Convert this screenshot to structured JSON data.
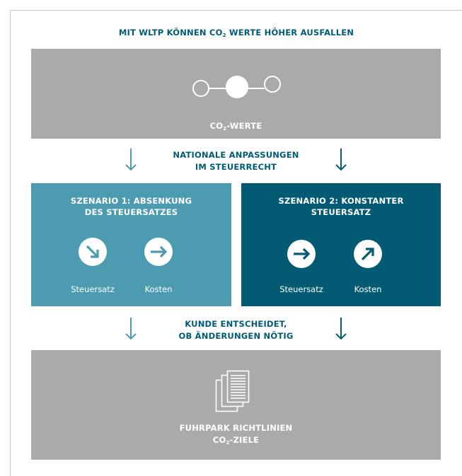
{
  "title": {
    "main": "MIT WLTP KÖNNEN CO",
    "sub": "2",
    "rest": " WERTE HÖHER AUSFALLEN"
  },
  "top_box": {
    "label_main": "CO",
    "label_sub": "2",
    "label_rest": "-WERTE",
    "icon": "molecule-icon"
  },
  "middle1": {
    "line1": "NATIONALE ANPASSUNGEN",
    "line2": "IM STEUERRECHT"
  },
  "scenario1": {
    "title_line1": "SZENARIO 1: ABSENKUNG",
    "title_line2": "DES STEUERSATZES",
    "item1": {
      "label": "Steuersatz",
      "icon": "arrow-down-right-icon"
    },
    "item2": {
      "label": "Kosten",
      "icon": "arrow-right-icon"
    }
  },
  "scenario2": {
    "title_line1": "SZENARIO 2: KONSTANTER",
    "title_line2": "STEUERSATZ",
    "item1": {
      "label": "Steuersatz",
      "icon": "arrow-right-icon"
    },
    "item2": {
      "label": "Kosten",
      "icon": "arrow-up-right-icon"
    }
  },
  "middle2": {
    "line1": "KUNDE ENTSCHEIDET,",
    "line2": "OB ÄNDERUNGEN NÖTIG"
  },
  "bottom_box": {
    "line1": "FUHRPARK RICHTLINIEN",
    "line2_main": "CO",
    "line2_sub": "2",
    "line2_rest": "-ZIELE",
    "icon": "documents-icon"
  },
  "colors": {
    "gray": "#aaaaac",
    "scenario1": "#4d9bb0",
    "scenario2": "#035a73",
    "text_accent": "#005b78"
  }
}
